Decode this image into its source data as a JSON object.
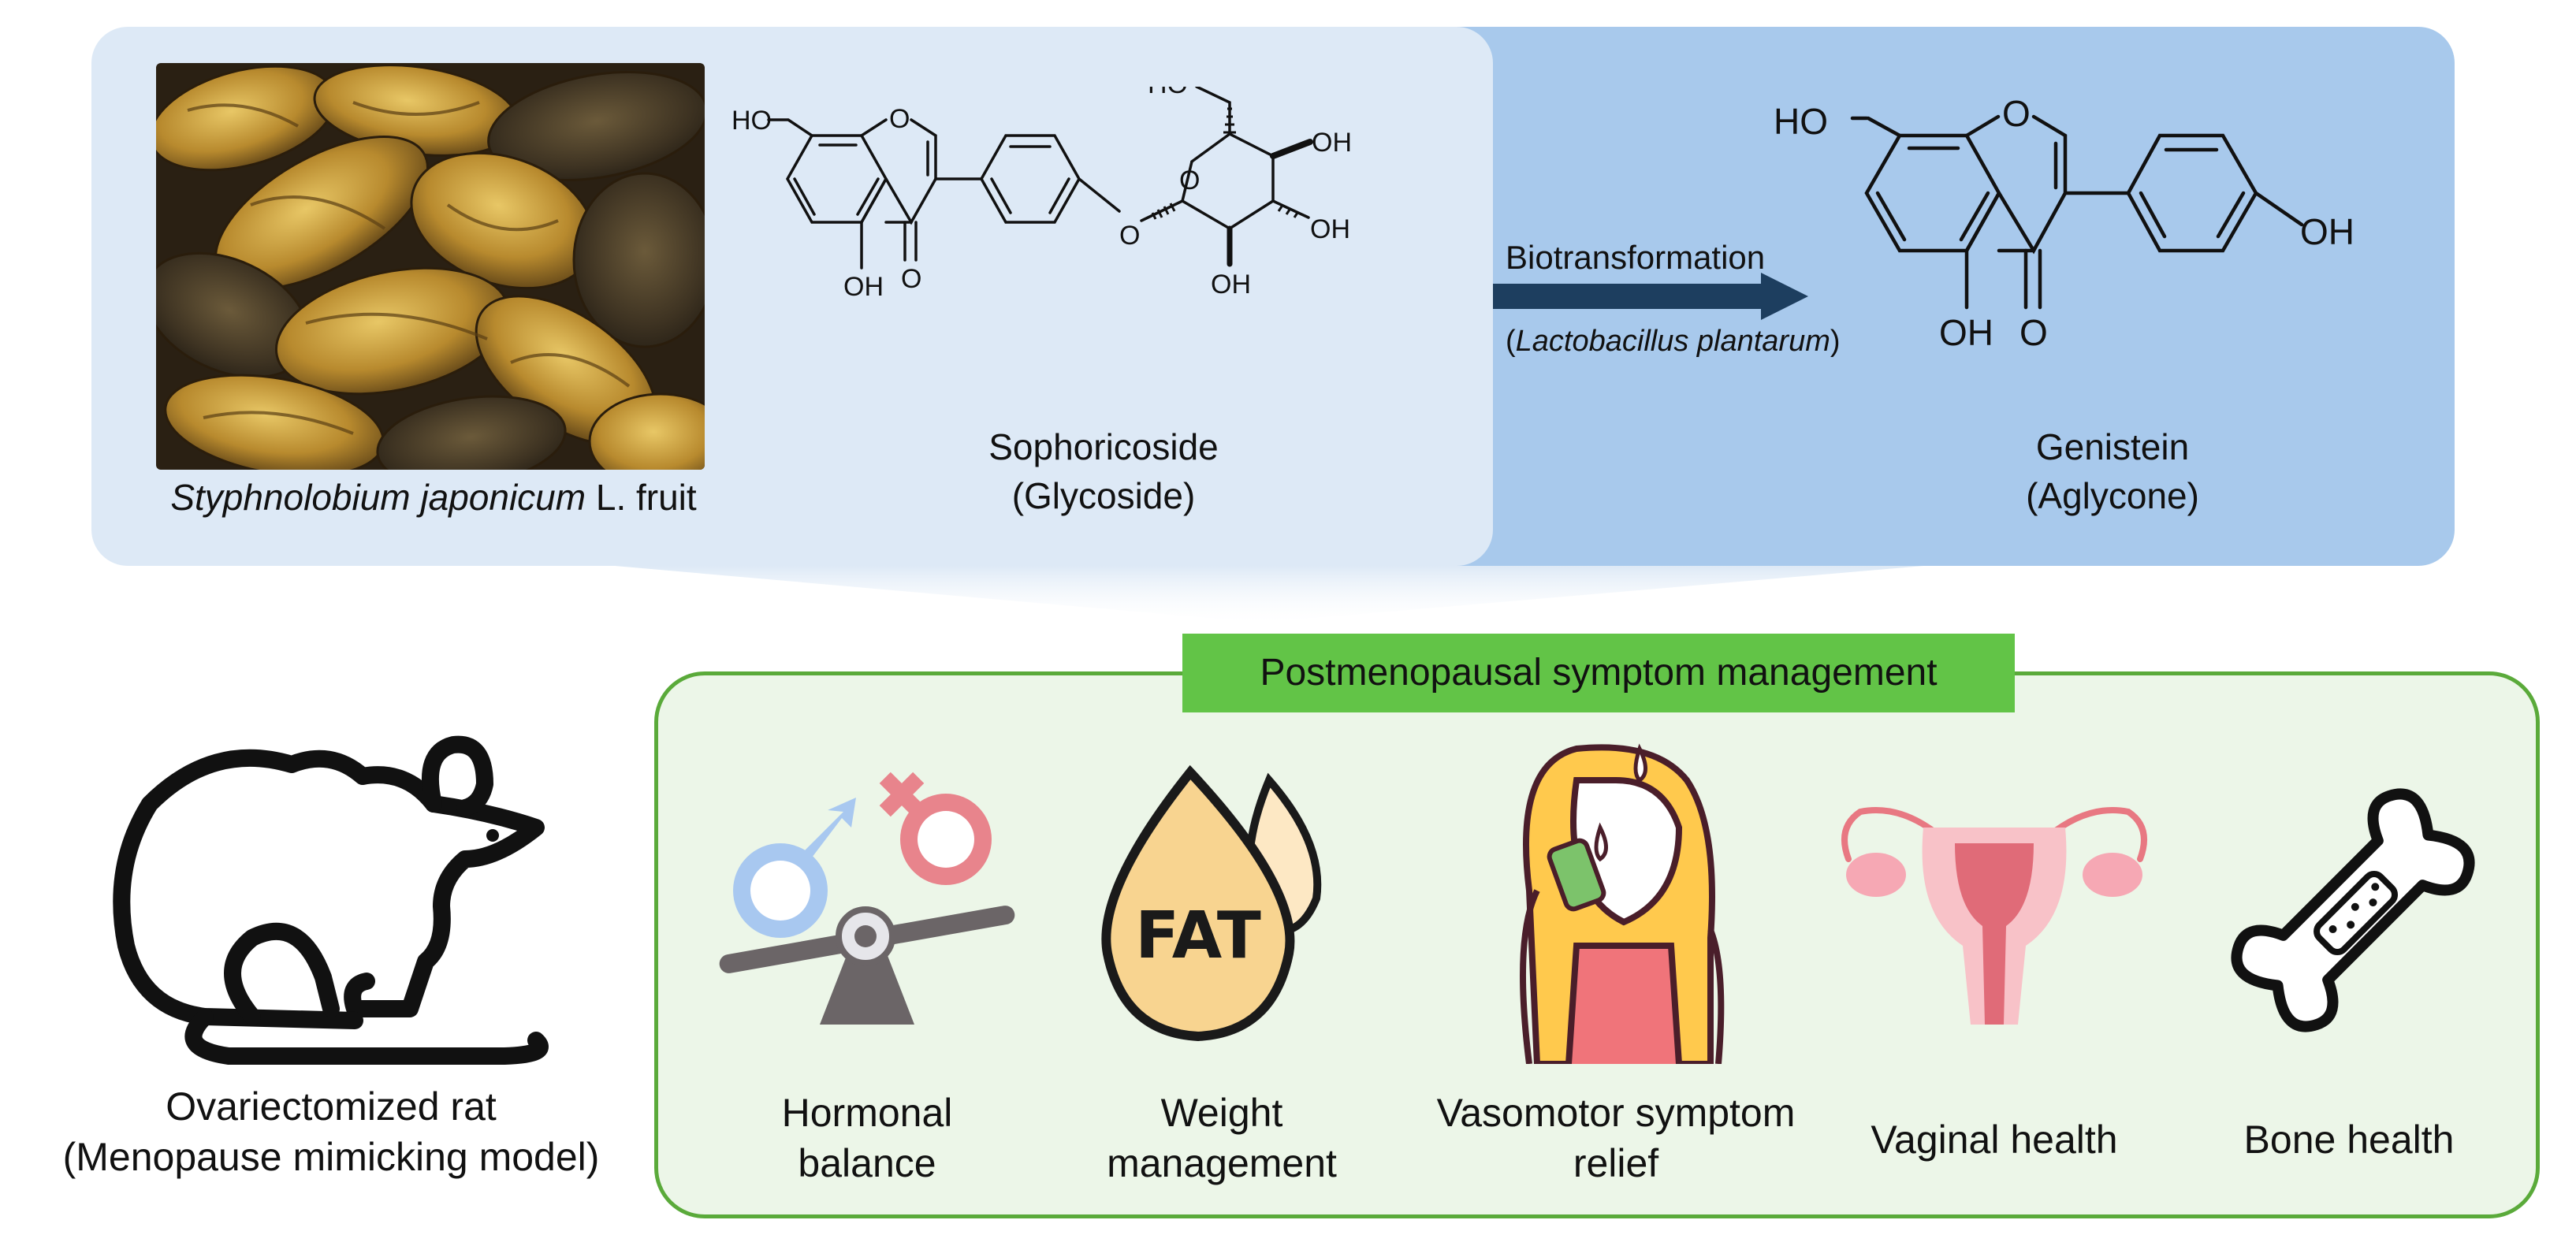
{
  "colors": {
    "panel_light": "#dde9f6",
    "panel_dark": "#a8c9ec",
    "arrow": "#1d3e5f",
    "green_border": "#5aaa3a",
    "green_fill": "#ecf6e8",
    "green_header": "#62c447"
  },
  "top": {
    "photo_caption_species": "Styphnolobium japonicum",
    "photo_caption_rest": " L. fruit",
    "sophoricoside": {
      "name": "Sophoricoside",
      "type": "(Glycoside)",
      "atoms": {
        "ho_top": "HO",
        "oh_bottom": "OH",
        "o_ring": "O",
        "o_keto": "O",
        "o_link": "O",
        "ho_ch2": "HO",
        "oh_1": "OH",
        "oh_2": "OH",
        "oh_3": "OH",
        "o_sugar": "O"
      }
    },
    "arrow": {
      "label_top": "Biotransformation",
      "label_bottom_open": "(",
      "label_bottom_italic": "Lactobacillus plantarum",
      "label_bottom_close": ")"
    },
    "genistein": {
      "name": "Genistein",
      "type": "(Aglycone)",
      "atoms": {
        "ho_top": "HO",
        "o_ring": "O",
        "oh_bottom": "OH",
        "o_keto": "O",
        "oh_para": "OH"
      }
    }
  },
  "bottom": {
    "model_name": "Ovariectomized rat",
    "model_desc": "(Menopause mimicking model)",
    "header": "Postmenopausal symptom management",
    "icon_fat_text": "FAT",
    "benefits": [
      {
        "icon": "gender-balance-icon",
        "line1": "Hormonal",
        "line2": "balance"
      },
      {
        "icon": "fat-drop-icon",
        "line1": "Weight",
        "line2": "management"
      },
      {
        "icon": "hot-flash-woman-icon",
        "line1": "Vasomotor symptom",
        "line2": "relief"
      },
      {
        "icon": "uterus-icon",
        "line1": "Vaginal health",
        "line2": ""
      },
      {
        "icon": "bone-icon",
        "line1": "Bone health",
        "line2": ""
      }
    ]
  }
}
